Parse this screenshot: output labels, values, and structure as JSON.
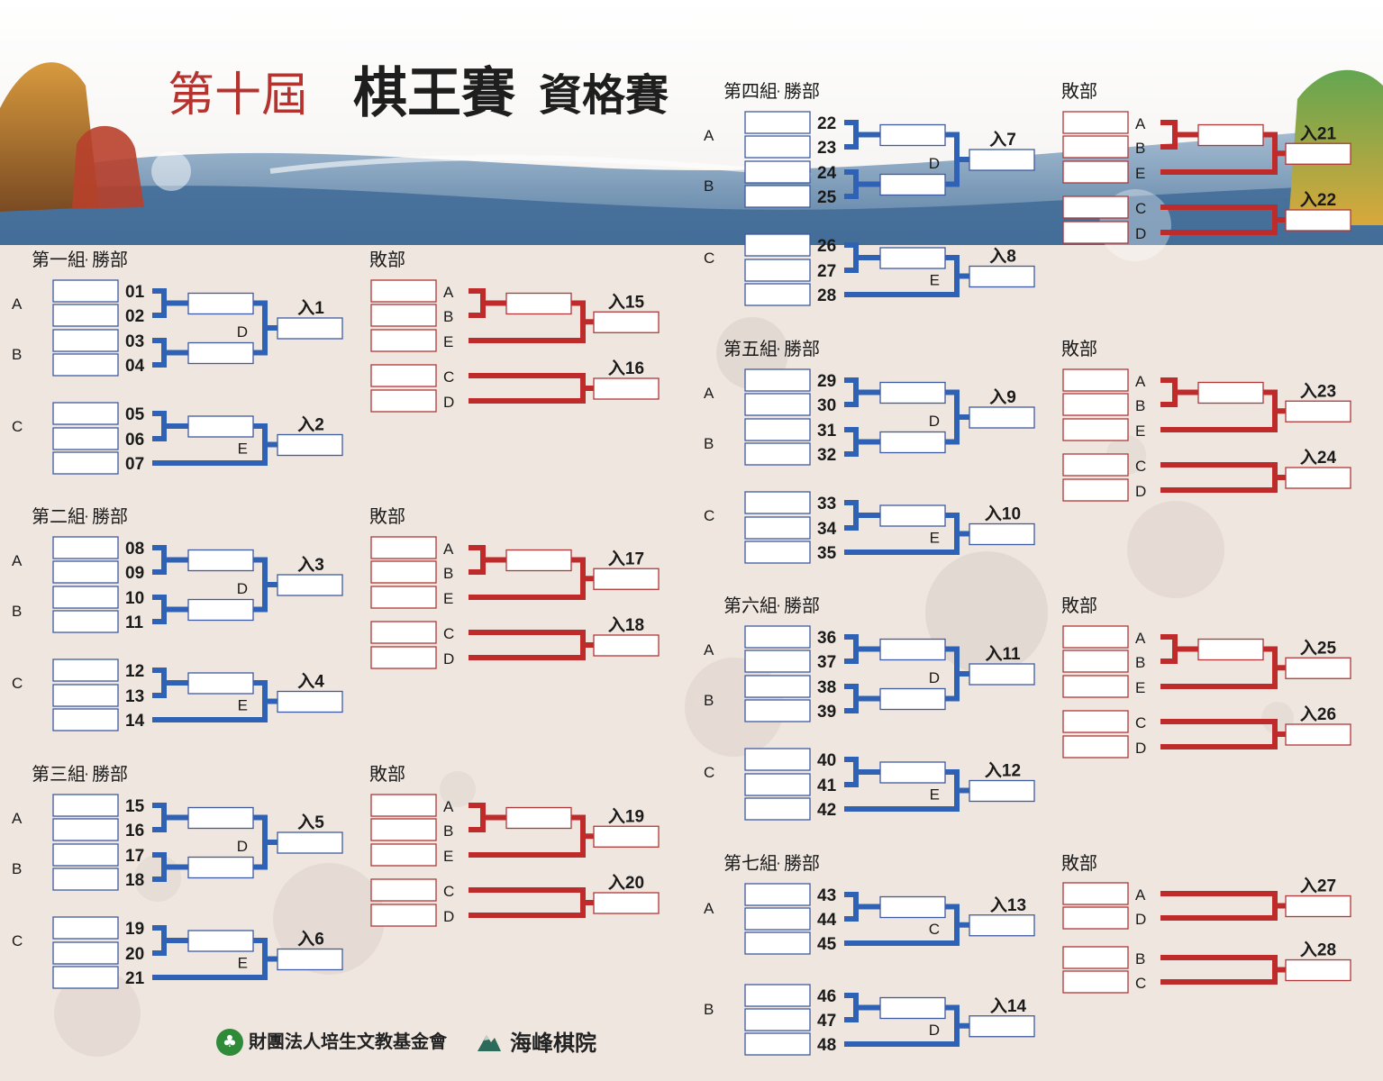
{
  "title": {
    "part1": "第十屆",
    "part2": "棋王賽",
    "part3": "資格賽"
  },
  "footer": {
    "org1": "財團法人培生文教基金會",
    "org2": "海峰棋院",
    "clover_glyph": "♣"
  },
  "colors": {
    "winner_line": "#2f62b5",
    "loser_line": "#bf2b2b",
    "winner_box": "#3f5aa0",
    "loser_box": "#b03838",
    "ink": "#1a1a1a"
  },
  "labels": {
    "winners_suffix": "勝部",
    "losers": "敗部"
  },
  "groups": [
    {
      "name": "第一組",
      "seeds": [
        "01",
        "02",
        "03",
        "04",
        "05",
        "06",
        "07"
      ],
      "win_out": [
        "入1",
        "入2"
      ],
      "lose_out": [
        "入15",
        "入16"
      ]
    },
    {
      "name": "第二組",
      "seeds": [
        "08",
        "09",
        "10",
        "11",
        "12",
        "13",
        "14"
      ],
      "win_out": [
        "入3",
        "入4"
      ],
      "lose_out": [
        "入17",
        "入18"
      ]
    },
    {
      "name": "第三組",
      "seeds": [
        "15",
        "16",
        "17",
        "18",
        "19",
        "20",
        "21"
      ],
      "win_out": [
        "入5",
        "入6"
      ],
      "lose_out": [
        "入19",
        "入20"
      ]
    },
    {
      "name": "第四組",
      "seeds": [
        "22",
        "23",
        "24",
        "25",
        "26",
        "27",
        "28"
      ],
      "win_out": [
        "入7",
        "入8"
      ],
      "lose_out": [
        "入21",
        "入22"
      ]
    },
    {
      "name": "第五組",
      "seeds": [
        "29",
        "30",
        "31",
        "32",
        "33",
        "34",
        "35"
      ],
      "win_out": [
        "入9",
        "入10"
      ],
      "lose_out": [
        "入23",
        "入24"
      ]
    },
    {
      "name": "第六組",
      "seeds": [
        "36",
        "37",
        "38",
        "39",
        "40",
        "41",
        "42"
      ],
      "win_out": [
        "入11",
        "入12"
      ],
      "lose_out": [
        "入25",
        "入26"
      ]
    }
  ],
  "group7": {
    "name": "第七組",
    "seeds": [
      "43",
      "44",
      "45",
      "46",
      "47",
      "48"
    ],
    "win_out": [
      "入13",
      "入14"
    ],
    "lose_out": [
      "入27",
      "入28"
    ]
  },
  "letters": {
    "a": "A",
    "b": "B",
    "c": "C",
    "d": "D",
    "e": "E"
  }
}
